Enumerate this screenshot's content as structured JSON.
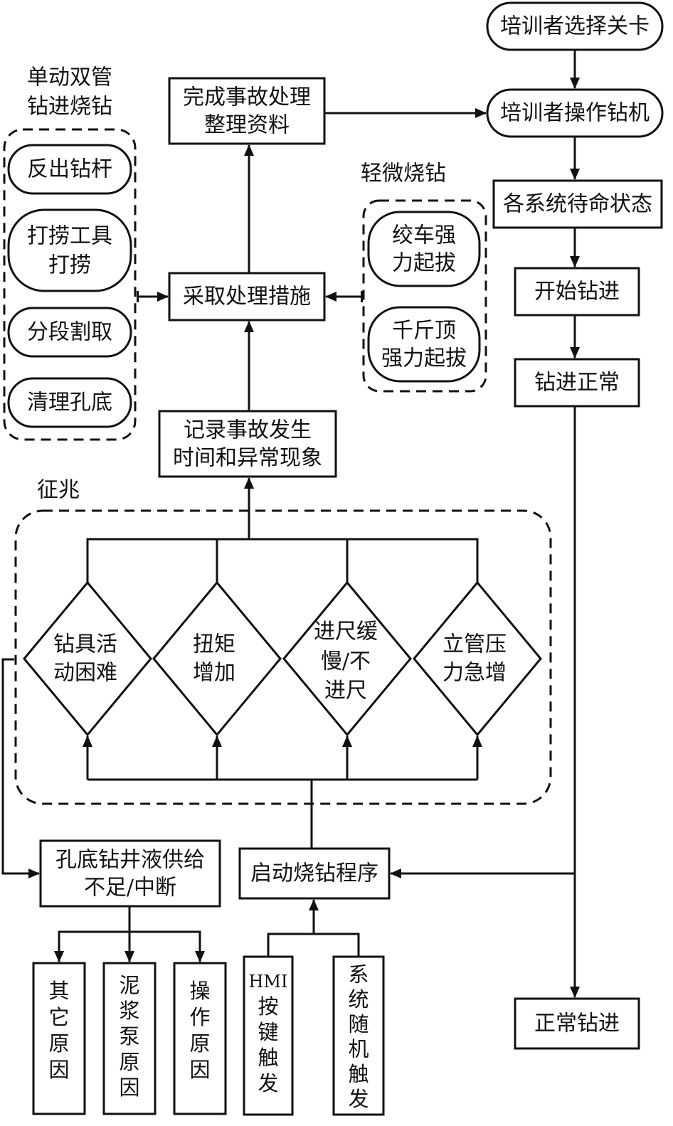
{
  "nodes": {
    "select_level": "培训者选择关卡",
    "operate_rig": "培训者操作钻机",
    "standby": "各系统待命状态",
    "start_drilling": "开始钻进",
    "drilling_normal": "钻进正常",
    "normal_drilling": "正常钻进",
    "complete_handling": [
      "完成事故处理",
      "整理资料"
    ],
    "take_measures": "采取处理措施",
    "record_accident": [
      "记录事故发生",
      "时间和异常现象"
    ],
    "start_program": "启动烧钻程序",
    "insufficient_fluid": [
      "孔底钻井液供给",
      "不足/中断"
    ],
    "hmi_trigger": [
      "HMI",
      "按",
      "键",
      "触",
      "发"
    ],
    "random_trigger": [
      "系",
      "统",
      "随",
      "机",
      "触",
      "发"
    ],
    "other_causes": [
      "其",
      "它",
      "原",
      "因"
    ],
    "pump_causes": [
      "泥",
      "浆",
      "泵",
      "原",
      "因"
    ],
    "operation_causes": [
      "操",
      "作",
      "原",
      "因"
    ]
  },
  "groups": {
    "severe": {
      "title": [
        "单动双管",
        "钻进烧钻"
      ],
      "items": [
        [
          "反出钻杆"
        ],
        [
          "打捞工具",
          "打捞"
        ],
        [
          "分段割取"
        ],
        [
          "清理孔底"
        ]
      ]
    },
    "minor": {
      "title": "轻微烧钻",
      "items": [
        [
          "绞车强",
          "力起拔"
        ],
        [
          "千斤顶",
          "强力起拔"
        ]
      ]
    },
    "signs": {
      "title": "征兆",
      "items": [
        [
          "钻具活",
          "动困难"
        ],
        [
          "扭矩",
          "增加"
        ],
        [
          "进尺缓",
          "慢/不",
          "进尺"
        ],
        [
          "立管压",
          "力急增"
        ]
      ]
    }
  }
}
